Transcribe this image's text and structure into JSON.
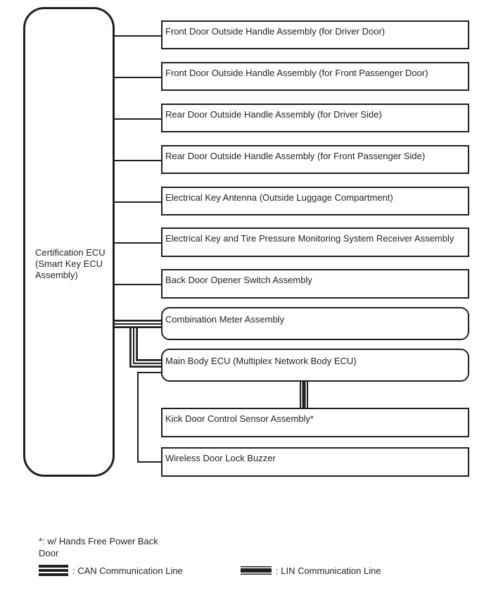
{
  "diagram": {
    "hub": {
      "label": "Certification ECU (Smart Key ECU Assembly)"
    },
    "nodes": [
      {
        "label": "Front Door Outside Handle Assembly (for Driver Door)",
        "shape": "rect",
        "link": "plain",
        "from": "hub"
      },
      {
        "label": "Front Door Outside Handle Assembly (for Front Passenger Door)",
        "shape": "rect",
        "link": "plain",
        "from": "hub"
      },
      {
        "label": "Rear Door Outside Handle Assembly (for Driver Side)",
        "shape": "rect",
        "link": "plain",
        "from": "hub"
      },
      {
        "label": "Rear Door Outside Handle Assembly (for Front Passenger Side)",
        "shape": "rect",
        "link": "plain",
        "from": "hub"
      },
      {
        "label": "Electrical Key Antenna (Outside Luggage Compartment)",
        "shape": "rect",
        "link": "plain",
        "from": "hub"
      },
      {
        "label": "Electrical Key and Tire Pressure Monitoring System Receiver Assembly",
        "shape": "rect",
        "link": "plain",
        "from": "hub"
      },
      {
        "label": "Back Door Opener Switch Assembly",
        "shape": "rect",
        "link": "plain",
        "from": "hub"
      },
      {
        "label": "Combination Meter Assembly",
        "shape": "rounded",
        "link": "can",
        "from": "hub"
      },
      {
        "label": "Main Body ECU (Multiplex Network Body ECU)",
        "shape": "rounded",
        "link": "can",
        "from": "hub"
      },
      {
        "label": "Kick Door Control Sensor Assembly*",
        "shape": "rect",
        "link": "lin",
        "from": "main-body-ecu"
      },
      {
        "label": "Wireless Door Lock Buzzer",
        "shape": "rect",
        "link": "plain",
        "from": "main-body-ecu"
      }
    ]
  },
  "legend": {
    "footnote": "*: w/ Hands Free Power Back Door",
    "can_label": ": CAN Communication Line",
    "lin_label": ": LIN Communication Line"
  },
  "colors": {
    "line": "#231f20",
    "background": "#ffffff"
  }
}
